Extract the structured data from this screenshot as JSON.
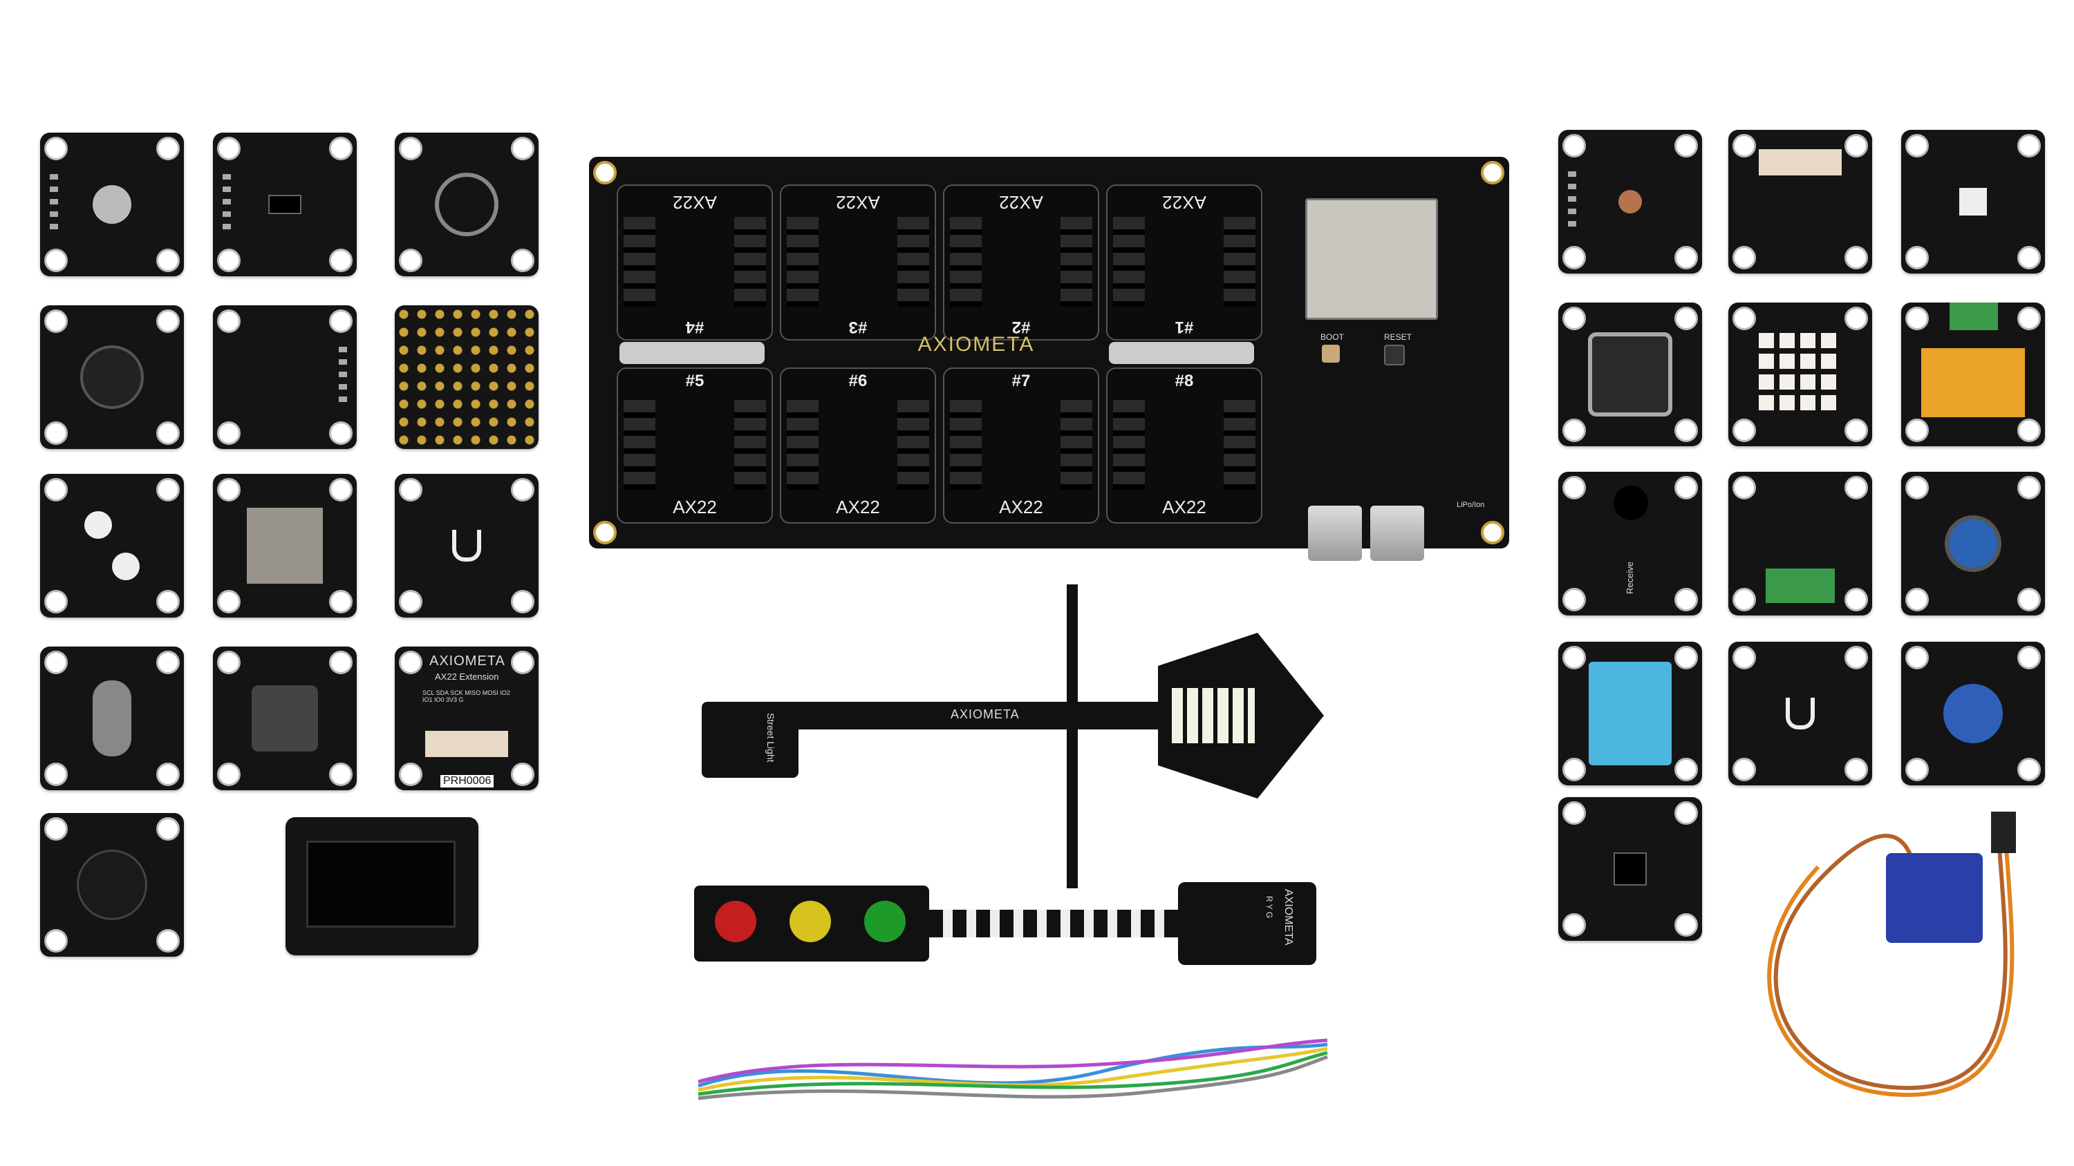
{
  "main_board": {
    "brand": "AXIOMETA",
    "slot_label": "AX22",
    "slots": [
      "#4",
      "#3",
      "#2",
      "#1",
      "#5",
      "#6",
      "#7",
      "#8"
    ],
    "buttons": [
      "BOOT",
      "RESET"
    ],
    "battery_label": "LiPo/Ion"
  },
  "extension_module": {
    "brand": "AXIOMETA",
    "subtitle": "AX22 Extension",
    "pins": "SCL SDA SCK MISO MOSI IO2 IO1 IO0 3V3 G",
    "part_number": "PRH0006"
  },
  "street_light": {
    "label": "Street Light",
    "brand": "AXIOMETA"
  },
  "traffic_light": {
    "brand": "AXIOMETA",
    "pins": "R Y G"
  },
  "receiver_module": {
    "label": "Receive"
  },
  "colors": {
    "pcb": "#141414",
    "gold": "#c9a23a",
    "background": "#ffffff"
  }
}
